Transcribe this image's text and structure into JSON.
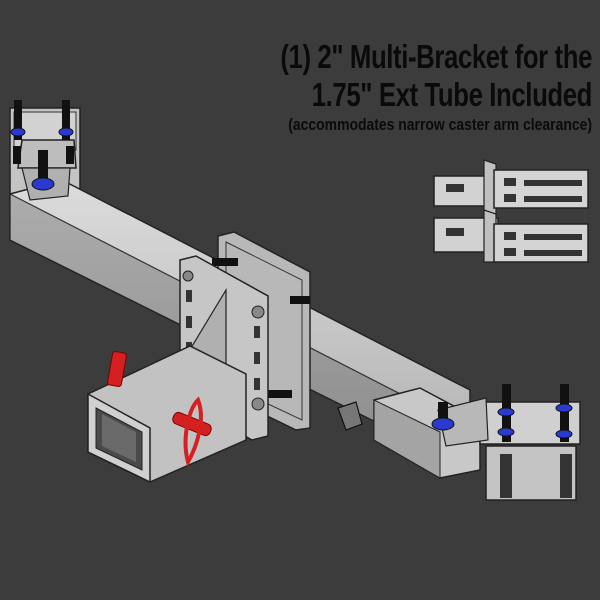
{
  "caption": {
    "line1": "(1) 2\" Multi-Bracket for the",
    "line2": "1.75\" Ext Tube Included",
    "line3": "(accommodates narrow caster arm clearance)"
  },
  "colors": {
    "background": "#3c3c3c",
    "metal": "#bcbcbc",
    "metal_light": "#d6d6d6",
    "metal_dark": "#8e8e8e",
    "bolt": "#111111",
    "washer": "#2a3ad0",
    "pin": "#d42020"
  }
}
